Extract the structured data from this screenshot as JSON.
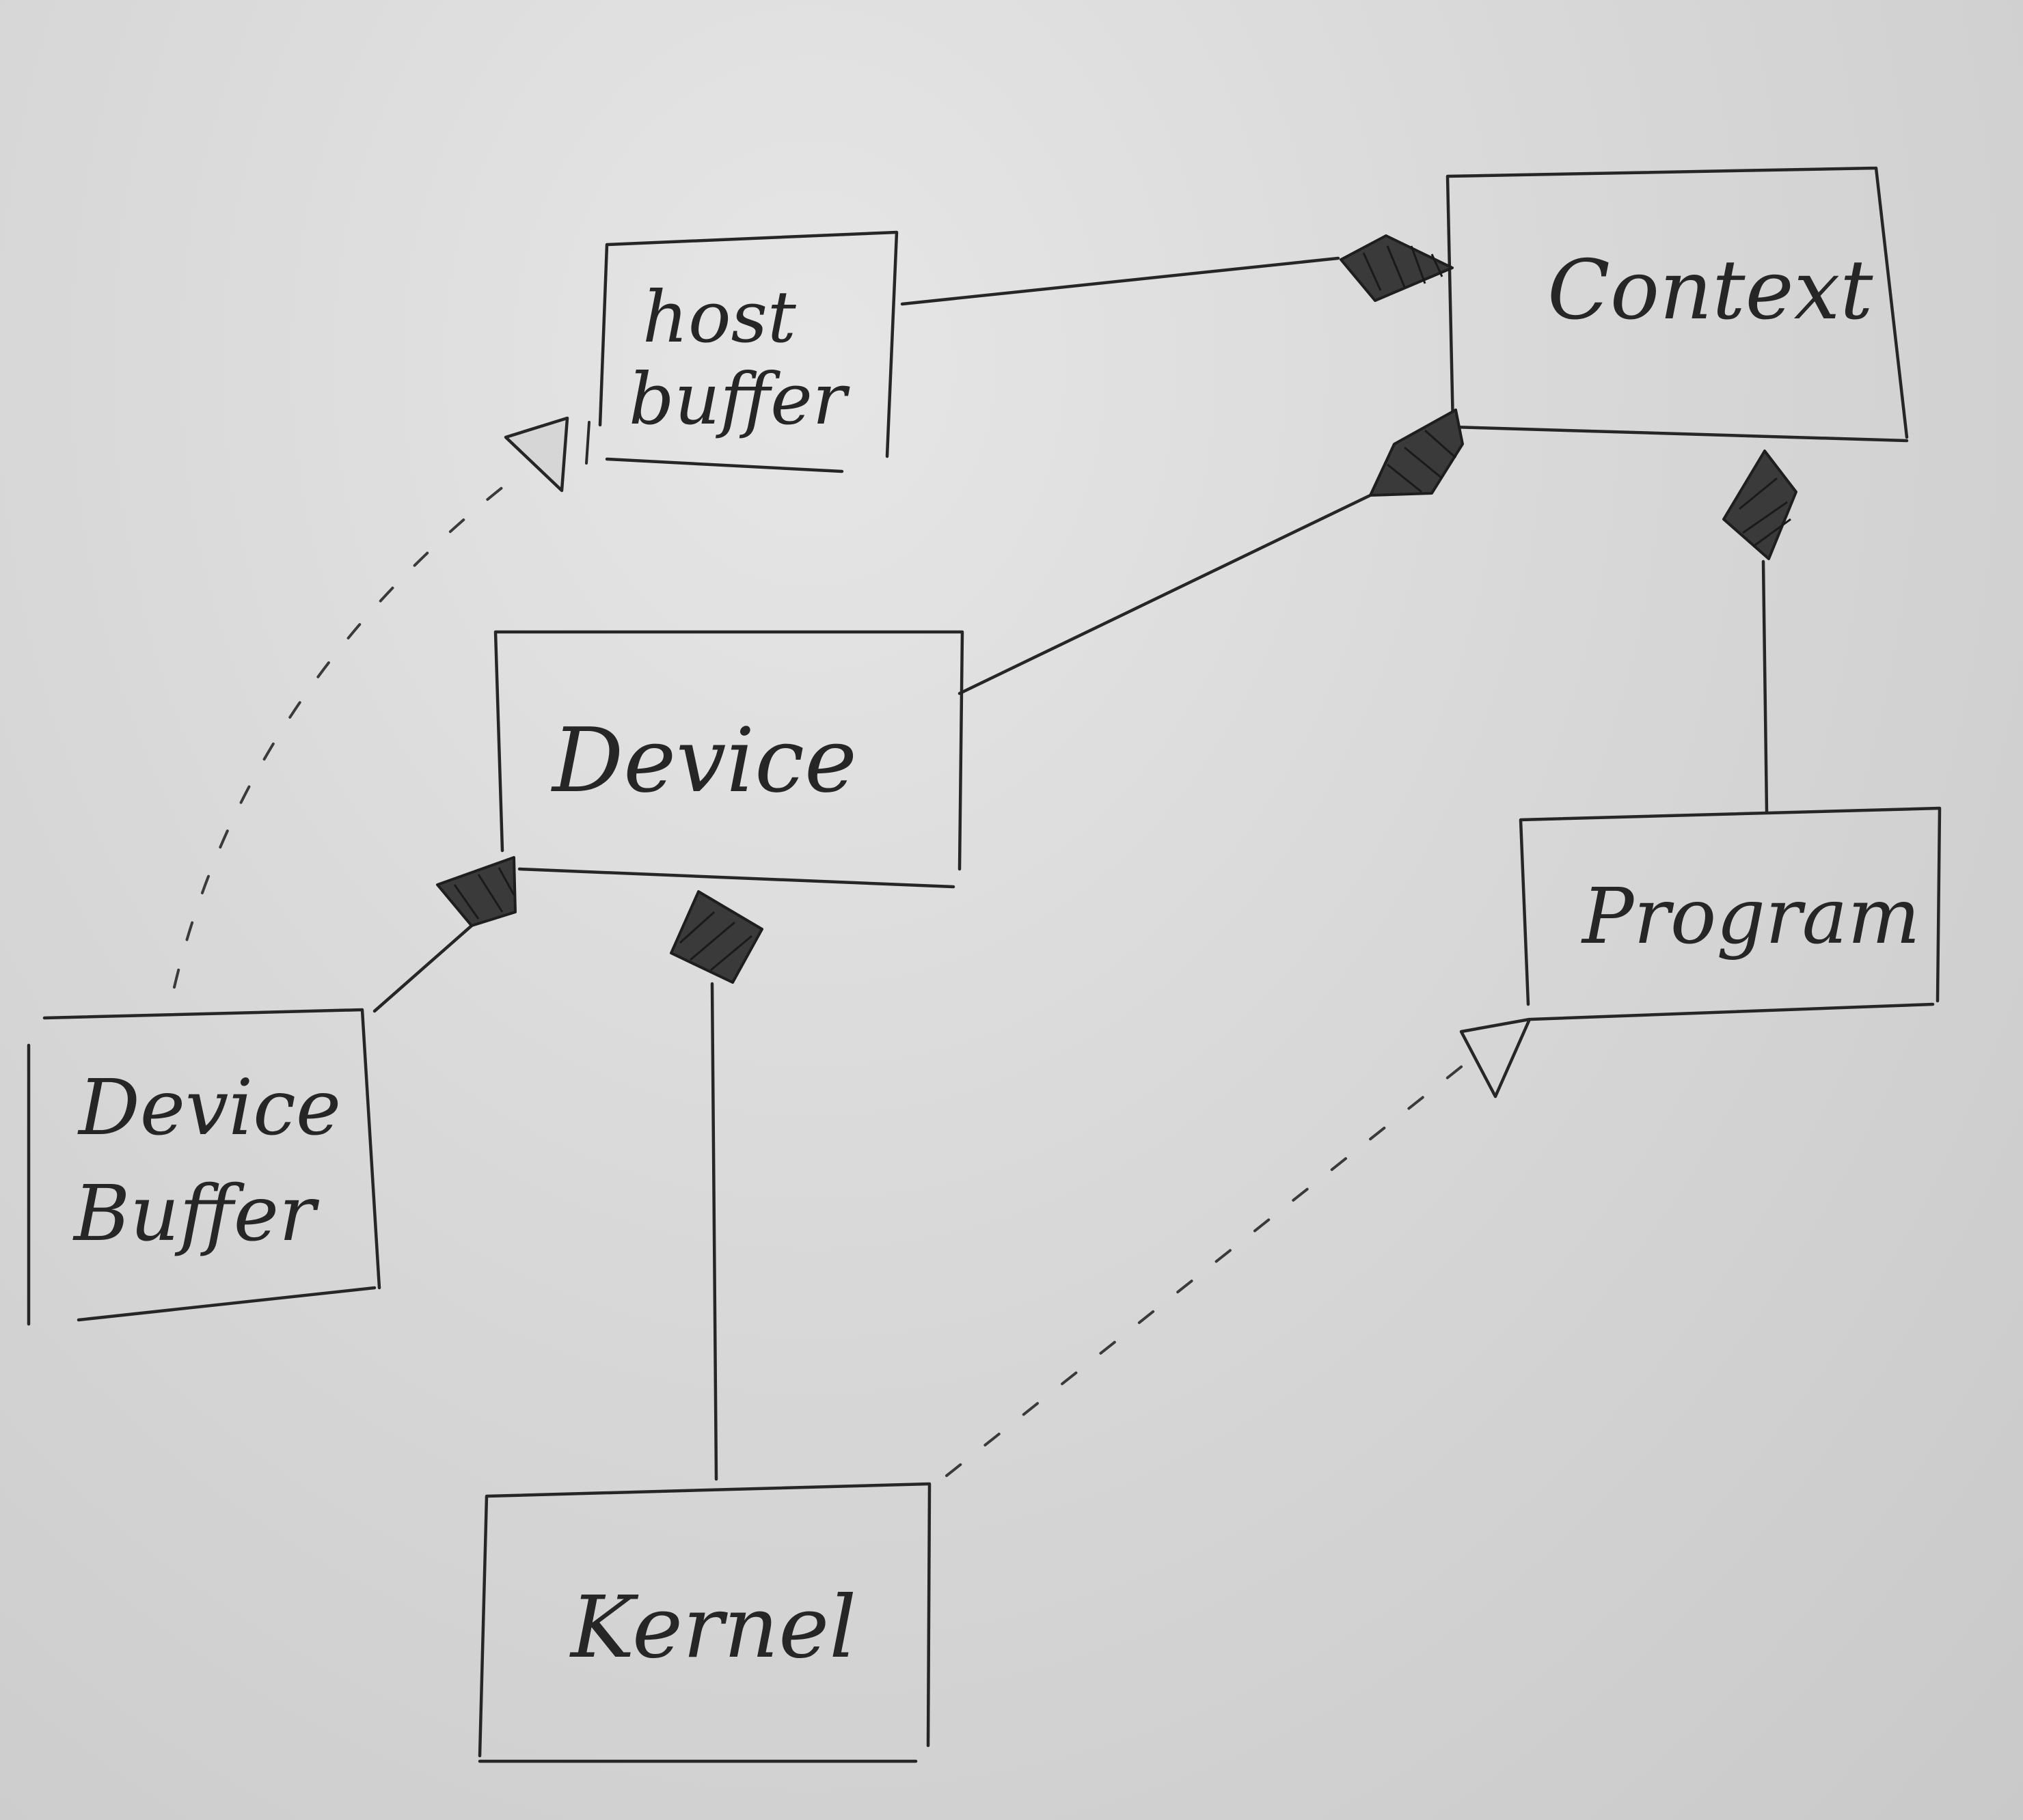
{
  "nodes": {
    "context": {
      "label": "Context"
    },
    "host_buffer": {
      "line1": "host",
      "line2": "buffer"
    },
    "device": {
      "label": "Device"
    },
    "program": {
      "label": "Program"
    },
    "device_buffer": {
      "line1": "Device",
      "line2": "Buffer"
    },
    "kernel": {
      "label": "Kernel"
    }
  },
  "relations": [
    {
      "from": "host_buffer",
      "to": "context",
      "type": "composition"
    },
    {
      "from": "device",
      "to": "context",
      "type": "composition"
    },
    {
      "from": "program",
      "to": "context",
      "type": "composition"
    },
    {
      "from": "device_buffer",
      "to": "device",
      "type": "composition"
    },
    {
      "from": "kernel",
      "to": "device",
      "type": "composition"
    },
    {
      "from": "device_buffer",
      "to": "host_buffer",
      "type": "realization"
    },
    {
      "from": "kernel",
      "to": "program",
      "type": "realization"
    }
  ],
  "colors": {
    "paper": "#d8d8d8",
    "ink": "#262626"
  }
}
